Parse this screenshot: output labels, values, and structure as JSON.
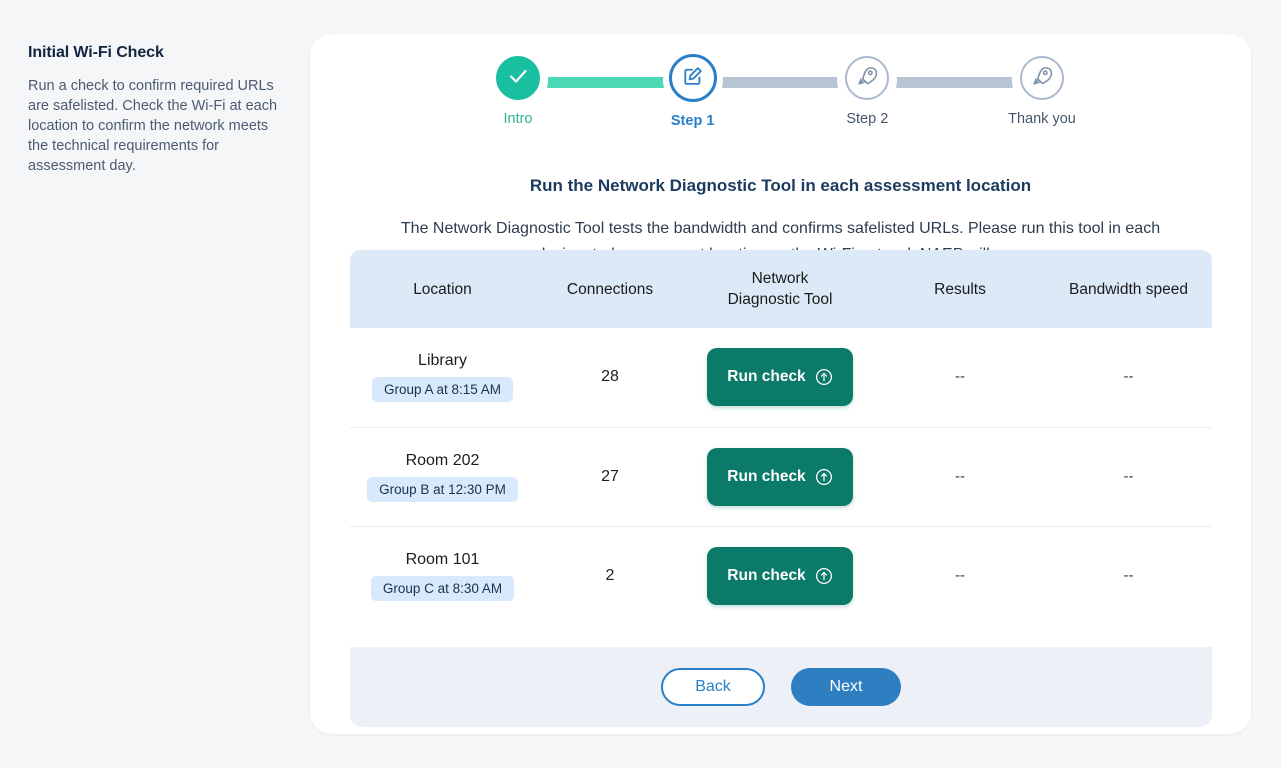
{
  "theme": {
    "page_background": "#f4f6f8",
    "card_background": "#ffffff",
    "accent_blue": "#2a7fc9",
    "accent_teal": "#18c0a0",
    "connector_done": "#4bd8b4",
    "connector_todo": "#b6c4d4",
    "table_header_background": "#dceaf8",
    "pill_background": "#d7e9fa",
    "run_button_background": "#0b7a68",
    "footer_background": "#edf1f7"
  },
  "side_panel": {
    "title": "Initial Wi-Fi Check",
    "body": "Run a check to confirm required URLs are safelisted. Check the Wi-Fi at each location to confirm the network meets the technical requirements for assessment day."
  },
  "stepper": {
    "steps": [
      {
        "label": "Intro",
        "state": "done",
        "icon": "check-icon"
      },
      {
        "label": "Step 1",
        "state": "active",
        "icon": "edit-pencil-icon"
      },
      {
        "label": "Step 2",
        "state": "todo",
        "icon": "rocket-icon"
      },
      {
        "label": "Thank you",
        "state": "todo",
        "icon": "rocket-icon"
      }
    ],
    "connectors": [
      "done",
      "todo",
      "todo"
    ]
  },
  "main": {
    "heading": "Run the Network Diagnostic Tool in each assessment location",
    "body": "The Network Diagnostic Tool tests the bandwidth and confirms safelisted URLs. Please run this tool in each designated assessment location on the Wi-Fi network NAEP will use."
  },
  "table": {
    "columns": [
      "Location",
      "Connections",
      "Network Diagnostic Tool",
      "Results",
      "Bandwidth speed"
    ],
    "column_lines": {
      "ndt_line1": "Network",
      "ndt_line2": "Diagnostic Tool"
    },
    "rows": [
      {
        "location": "Library",
        "schedule": "Group A at 8:15 AM",
        "connections": "28",
        "action_label": "Run check",
        "action_icon": "arrow-up-circle-icon",
        "results": "--",
        "bandwidth": "--"
      },
      {
        "location": "Room 202",
        "schedule": "Group B at 12:30 PM",
        "connections": "27",
        "action_label": "Run check",
        "action_icon": "arrow-up-circle-icon",
        "results": "--",
        "bandwidth": "--"
      },
      {
        "location": "Room 101",
        "schedule": "Group C at 8:30 AM",
        "connections": "2",
        "action_label": "Run check",
        "action_icon": "arrow-up-circle-icon",
        "results": "--",
        "bandwidth": "--"
      }
    ]
  },
  "footer": {
    "back_label": "Back",
    "next_label": "Next"
  }
}
